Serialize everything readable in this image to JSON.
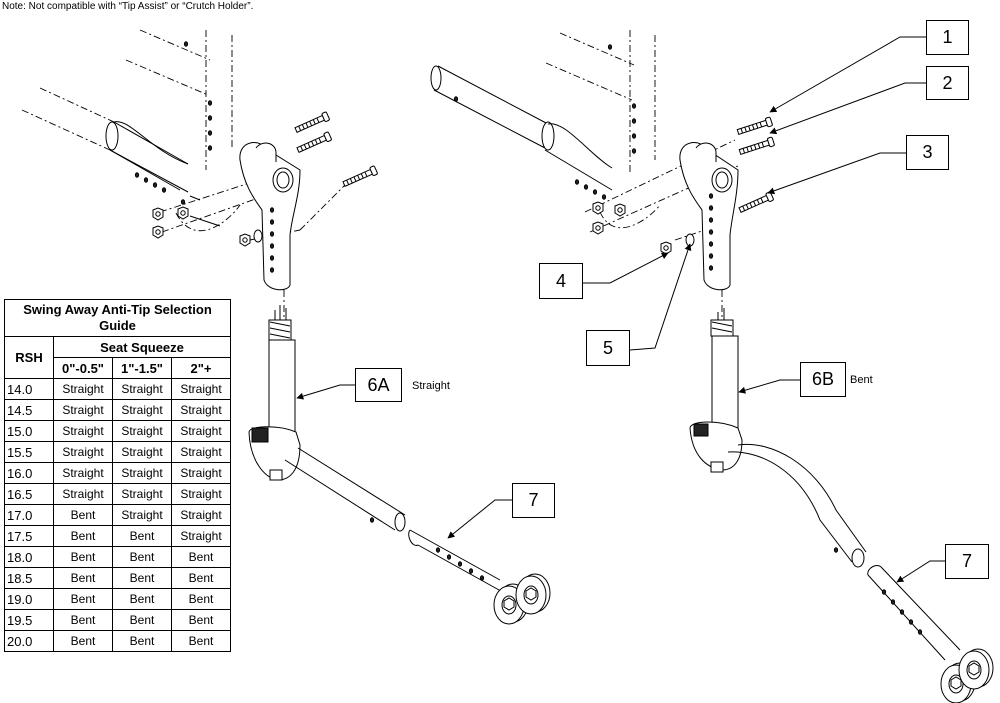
{
  "note": "Note: Not compatible with “Tip Assist” or “Crutch Holder”.",
  "callouts": {
    "c1": "1",
    "c2": "2",
    "c3": "3",
    "c4": "4",
    "c5": "5",
    "c6a": "6A",
    "c6b": "6B",
    "c7a": "7",
    "c7b": "7"
  },
  "captions": {
    "straight": "Straight",
    "bent": "Bent"
  },
  "table": {
    "title": "Swing Away Anti-Tip Selection Guide",
    "rsh_header": "RSH",
    "group_header": "Seat Squeeze",
    "columns": [
      "0\"-0.5\"",
      "1\"-1.5\"",
      "2\"+"
    ],
    "rows": [
      {
        "rsh": "14.0",
        "c1": "Straight",
        "c2": "Straight",
        "c3": "Straight"
      },
      {
        "rsh": "14.5",
        "c1": "Straight",
        "c2": "Straight",
        "c3": "Straight"
      },
      {
        "rsh": "15.0",
        "c1": "Straight",
        "c2": "Straight",
        "c3": "Straight"
      },
      {
        "rsh": "15.5",
        "c1": "Straight",
        "c2": "Straight",
        "c3": "Straight"
      },
      {
        "rsh": "16.0",
        "c1": "Straight",
        "c2": "Straight",
        "c3": "Straight"
      },
      {
        "rsh": "16.5",
        "c1": "Straight",
        "c2": "Straight",
        "c3": "Straight"
      },
      {
        "rsh": "17.0",
        "c1": "Bent",
        "c2": "Straight",
        "c3": "Straight"
      },
      {
        "rsh": "17.5",
        "c1": "Bent",
        "c2": "Bent",
        "c3": "Straight"
      },
      {
        "rsh": "18.0",
        "c1": "Bent",
        "c2": "Bent",
        "c3": "Bent"
      },
      {
        "rsh": "18.5",
        "c1": "Bent",
        "c2": "Bent",
        "c3": "Bent"
      },
      {
        "rsh": "19.0",
        "c1": "Bent",
        "c2": "Bent",
        "c3": "Bent"
      },
      {
        "rsh": "19.5",
        "c1": "Bent",
        "c2": "Bent",
        "c3": "Bent"
      },
      {
        "rsh": "20.0",
        "c1": "Bent",
        "c2": "Bent",
        "c3": "Bent"
      }
    ]
  }
}
